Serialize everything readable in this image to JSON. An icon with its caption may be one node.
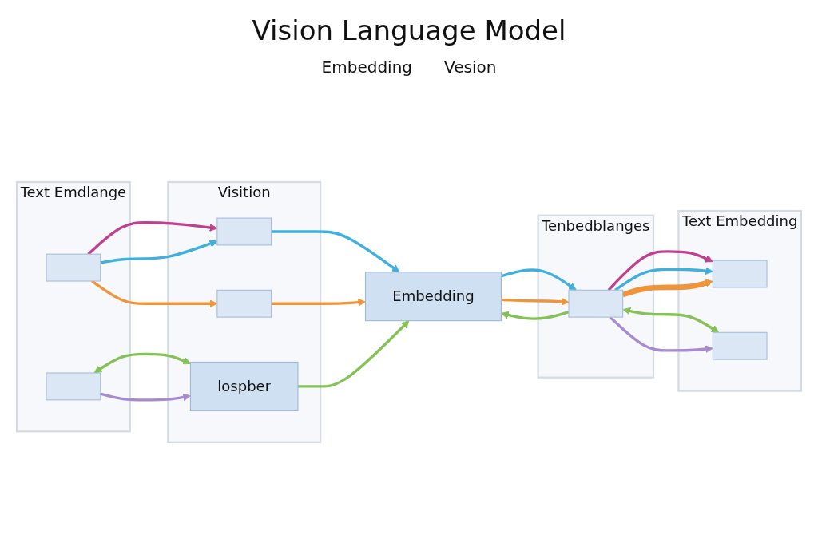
{
  "diagram": {
    "title": "Vision Language Model",
    "nodes": [
      {
        "text": [
          "Text Emdlange"
        ]
      },
      {
        "text": [],
        "shape": "box",
        "in": 0
      },
      {
        "text": [],
        "shape": "box",
        "in": 0
      },
      {
        "text": [
          "Visition"
        ]
      },
      {
        "text": [],
        "shape": "box",
        "in": 3
      },
      {
        "text": [],
        "shape": "box",
        "in": 3
      },
      {
        "text": [
          "lospber"
        ],
        "in": 3
      },
      {
        "text": [
          "Embedding"
        ]
      },
      {
        "text": [
          "Tenbedblanges"
        ]
      },
      {
        "text": [],
        "shape": "box",
        "in": 8
      },
      {
        "text": [
          "Text Embedding"
        ]
      },
      {
        "text": [],
        "shape": "box",
        "in": 10
      },
      {
        "text": [],
        "shape": "box",
        "in": 10
      }
    ],
    "edges": [
      {
        "from": 1,
        "to": 4,
        "arrow": "to",
        "color": "#c0408f"
      },
      {
        "from": 1,
        "to": 4,
        "arrow": "to",
        "color": "#3fb0dd"
      },
      {
        "from": 1,
        "to": 5,
        "arrow": "to",
        "color": "#f0943a"
      },
      {
        "from": 2,
        "to": 6,
        "arrow": "both",
        "color": "#84c156"
      },
      {
        "from": 2,
        "to": 6,
        "arrow": "to",
        "color": "#a88ad0"
      },
      {
        "from": 4,
        "to": 7,
        "arrow": "to",
        "color": "#3fb0dd"
      },
      {
        "from": 5,
        "to": 7,
        "arrow": "to",
        "color": "#f0943a"
      },
      {
        "from": 6,
        "to": 7,
        "arrow": "to",
        "color": "#84c156"
      },
      {
        "from": 7,
        "to": 9,
        "arrow": "to",
        "color": "#3fb0dd"
      },
      {
        "from": 7,
        "to": 9,
        "arrow": "to",
        "color": "#f0943a"
      },
      {
        "from": 9,
        "to": 7,
        "arrow": "to",
        "color": "#84c156"
      },
      {
        "from": 9,
        "to": 11,
        "arrow": "to",
        "color": "#c0408f"
      },
      {
        "from": 9,
        "to": 11,
        "arrow": "to",
        "color": "#3fb0dd"
      },
      {
        "from": 9,
        "to": 11,
        "arrow": "to",
        "style": "thick",
        "color": "#f0943a"
      },
      {
        "from": 9,
        "to": 12,
        "arrow": "both",
        "color": "#84c156"
      },
      {
        "from": 9,
        "to": 12,
        "arrow": "to",
        "color": "#a88ad0"
      }
    ],
    "labels": [
      "Embedding",
      "Vesion"
    ]
  }
}
